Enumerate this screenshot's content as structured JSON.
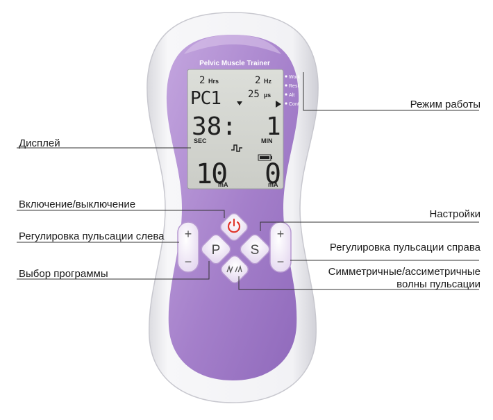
{
  "colors": {
    "body_white": "#f4f4f6",
    "panel_purple": "#a47fca",
    "panel_purple_light": "#c6a9e0",
    "lcd_bg": "#d4d6d0",
    "button_face": "#efe6f6",
    "power_red": "#e0362c",
    "leader_line": "#333333"
  },
  "device": {
    "title": "Pelvic Muscle Trainer",
    "modes": [
      "Work",
      "Rest",
      "Alt",
      "Cont"
    ],
    "display": {
      "hours_value": "2",
      "hours_unit": "Hrs",
      "freq_value": "2",
      "freq_unit": "Hz",
      "width_value": "25",
      "width_unit": "µs",
      "program": "PC1",
      "timer_seconds": "38:",
      "sec_label": "SEC",
      "timer_minutes": "1",
      "min_label": "MIN",
      "left_intensity": "10",
      "left_unit": "mA",
      "right_intensity": "0",
      "right_unit": "mA"
    },
    "buttons": {
      "left_plus": "+",
      "left_minus": "−",
      "right_plus": "+",
      "right_minus": "−",
      "program": "P",
      "settings": "S",
      "power_icon": "power-icon",
      "wave_icon": "wave-icon"
    }
  },
  "labels": {
    "display": "Дисплей",
    "mode": "Режим работы",
    "power": "Включение/выключение",
    "settings": "Настройки",
    "pulse_left": "Регулировка пульсации слева",
    "pulse_right": "Регулировка пульсации справа",
    "program_select": "Выбор программы",
    "wave_line1": "Симметричные/ассиметричные",
    "wave_line2": "волны пульсации"
  }
}
